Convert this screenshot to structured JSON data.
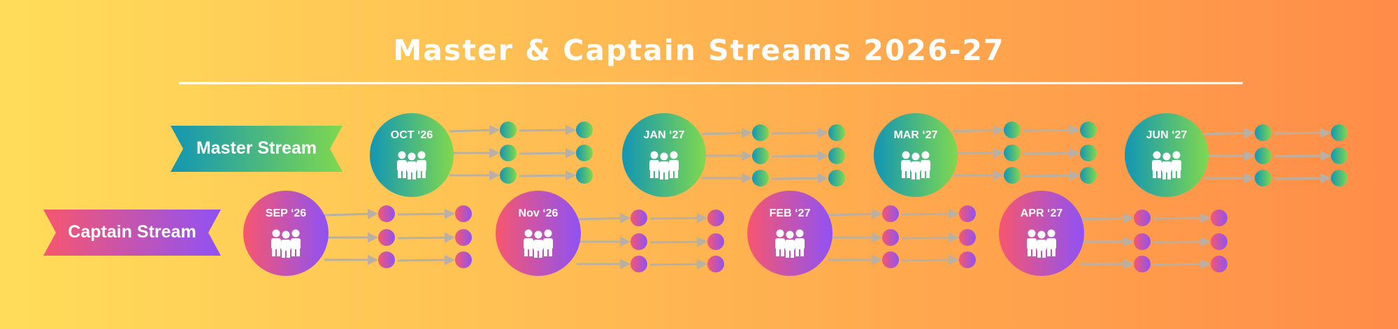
{
  "title": "Master & Captain Streams 2026-27",
  "colors": {
    "bg_left": "#ffdd5a",
    "bg_right": "#ff8c48",
    "master_a": "#1296b4",
    "master_b": "#7fd84e",
    "captain_a": "#f7566e",
    "captain_b": "#8f52f5",
    "arrow": "#b8b0a4"
  },
  "streams": [
    {
      "label": "Master Stream",
      "theme": "master",
      "milestones": [
        {
          "label": "OCT ‘26",
          "icon": "team-icon"
        },
        {
          "label": "JAN ‘27",
          "icon": "team-icon"
        },
        {
          "label": "MAR ‘27",
          "icon": "team-icon"
        },
        {
          "label": "JUN ‘27",
          "icon": "team-icon"
        }
      ]
    },
    {
      "label": "Captain Stream",
      "theme": "captain",
      "milestones": [
        {
          "label": "SEP ‘26",
          "icon": "team-icon"
        },
        {
          "label": "Nov ‘26",
          "icon": "team-icon"
        },
        {
          "label": "FEB ‘27",
          "icon": "team-icon"
        },
        {
          "label": "APR ‘27",
          "icon": "team-icon"
        }
      ]
    }
  ]
}
